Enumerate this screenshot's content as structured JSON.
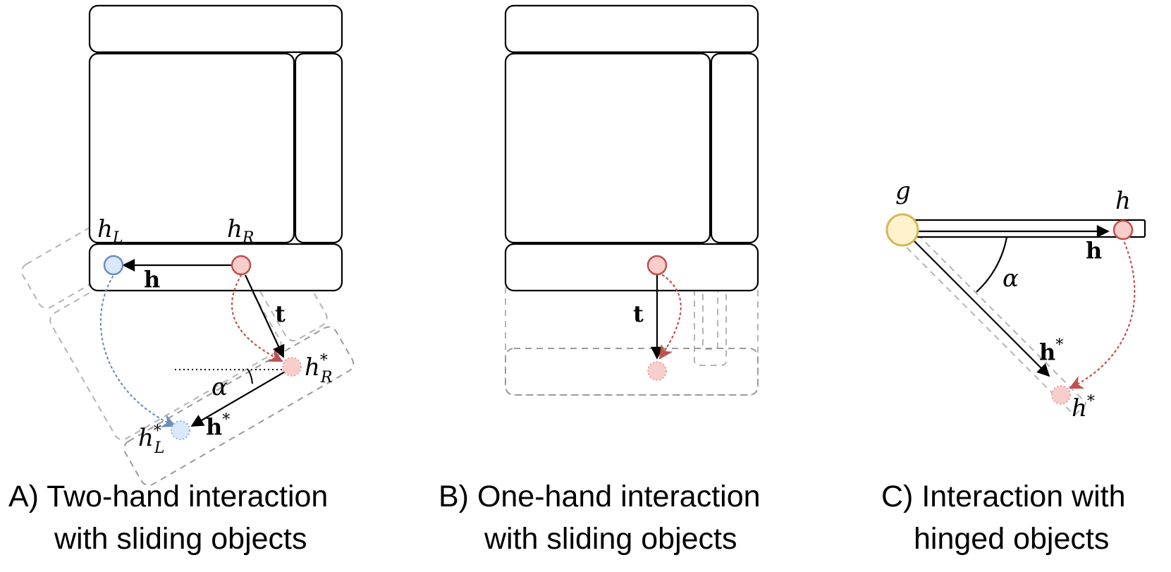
{
  "panels": {
    "a": {
      "caption_line1": "A) Two-hand interaction",
      "caption_line2": "with sliding objects",
      "labels": {
        "hL": "h",
        "hL_sub": "L",
        "hR": "h",
        "hR_sub": "R",
        "h_vec": "h",
        "t_vec": "t",
        "hR_star": "h",
        "hR_star_sup": "*",
        "hR_star_sub": "R",
        "hL_star": "h",
        "hL_star_sup": "*",
        "hL_star_sub": "L",
        "h_star_vec": "h",
        "h_star_sup": "*",
        "alpha": "α"
      }
    },
    "b": {
      "caption_line1": "B) One-hand interaction",
      "caption_line2": "with sliding objects",
      "labels": {
        "t_vec": "t"
      }
    },
    "c": {
      "caption_line1": "C) Interaction with",
      "caption_line2": "hinged objects",
      "labels": {
        "g": "g",
        "h": "h",
        "h_vec": "h",
        "h_star_vec": "h",
        "h_star_vec_sup": "*",
        "h_star": "h",
        "h_star_sup": "*",
        "alpha": "α"
      }
    }
  },
  "colors": {
    "handle_red_fill": "#f8cecc",
    "handle_red_stroke": "#c0504d",
    "handle_blue_fill": "#dae8fc",
    "handle_blue_stroke": "#6c8ebf",
    "hinge_fill": "#fff2cc",
    "hinge_stroke": "#d6b656",
    "ghost_stroke": "#b4b4b4"
  }
}
